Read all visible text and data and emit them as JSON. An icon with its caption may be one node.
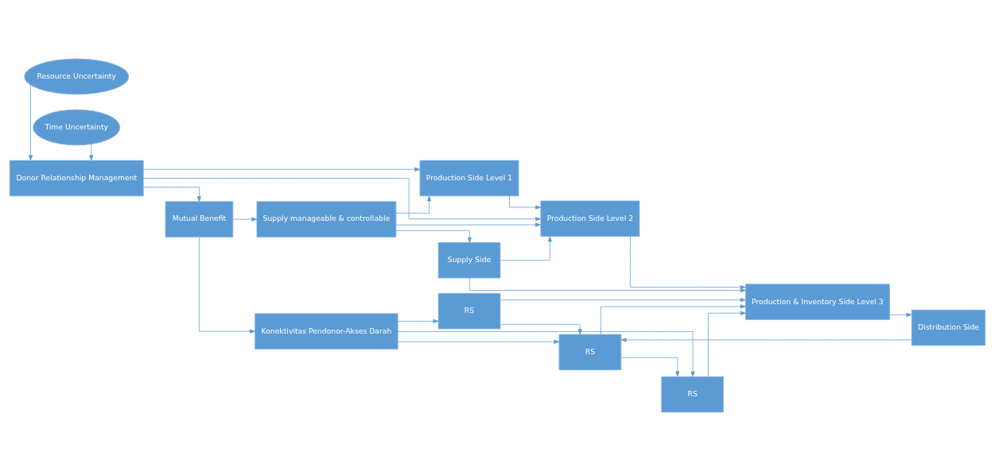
{
  "diagram": {
    "nodes": [
      {
        "text": [
          "Resource Uncertainty"
        ]
      },
      {
        "text": [
          "Donor Relationship Management"
        ]
      },
      {
        "text": [
          "Time Uncertainty"
        ]
      },
      {
        "text": [
          "Konektivitas Pendonor-Akses Darah"
        ]
      },
      {
        "text": [
          "Mutual Benefit"
        ]
      },
      {
        "text": [
          "Supply manageable & controllable"
        ]
      },
      {
        "text": [
          "Supply Side"
        ]
      },
      {
        "text": [
          "Production Side Level 1"
        ]
      },
      {
        "text": [
          "Production Side Level 2"
        ]
      },
      {
        "text": [
          "RS"
        ]
      },
      {
        "text": [
          "RS"
        ]
      },
      {
        "text": [
          "RS"
        ]
      },
      {
        "text": [
          "Production & Inventory Side Level 3"
        ]
      },
      {
        "text": [
          "Distribution Side"
        ]
      }
    ],
    "edges": [
      {
        "from": 0,
        "to": 1,
        "arrow": "to"
      },
      {
        "from": 2,
        "to": 1,
        "arrow": "to"
      },
      {
        "from": 1,
        "to": 4,
        "arrow": "to"
      },
      {
        "from": 1,
        "to": 8,
        "arrow": "to"
      },
      {
        "from": 1,
        "to": 7,
        "arrow": "to"
      },
      {
        "from": 4,
        "to": 3,
        "arrow": "to"
      },
      {
        "from": 4,
        "to": 5,
        "arrow": "to"
      },
      {
        "from": 5,
        "to": 6,
        "arrow": "to"
      },
      {
        "from": 5,
        "to": 8,
        "arrow": "to"
      },
      {
        "from": 5,
        "to": 7,
        "arrow": "to"
      },
      {
        "from": 6,
        "to": 12,
        "arrow": "to"
      },
      {
        "from": 6,
        "to": 8,
        "arrow": "to"
      },
      {
        "from": 7,
        "to": 8,
        "arrow": "to"
      },
      {
        "from": 8,
        "to": 12,
        "arrow": "to"
      },
      {
        "from": 12,
        "to": 13,
        "arrow": "to"
      },
      {
        "from": 13,
        "to": 10,
        "arrow": "to"
      },
      {
        "from": 3,
        "to": 9,
        "arrow": "to"
      },
      {
        "from": 3,
        "to": 10,
        "arrow": "to"
      },
      {
        "from": 3,
        "to": 11,
        "arrow": "to"
      },
      {
        "from": 9,
        "to": 10,
        "arrow": "to"
      },
      {
        "from": 10,
        "to": 11,
        "arrow": "to"
      },
      {
        "from": 9,
        "to": 12,
        "arrow": "to"
      },
      {
        "from": 10,
        "to": 12,
        "arrow": "to"
      },
      {
        "from": 11,
        "to": 12,
        "arrow": "to"
      }
    ]
  }
}
